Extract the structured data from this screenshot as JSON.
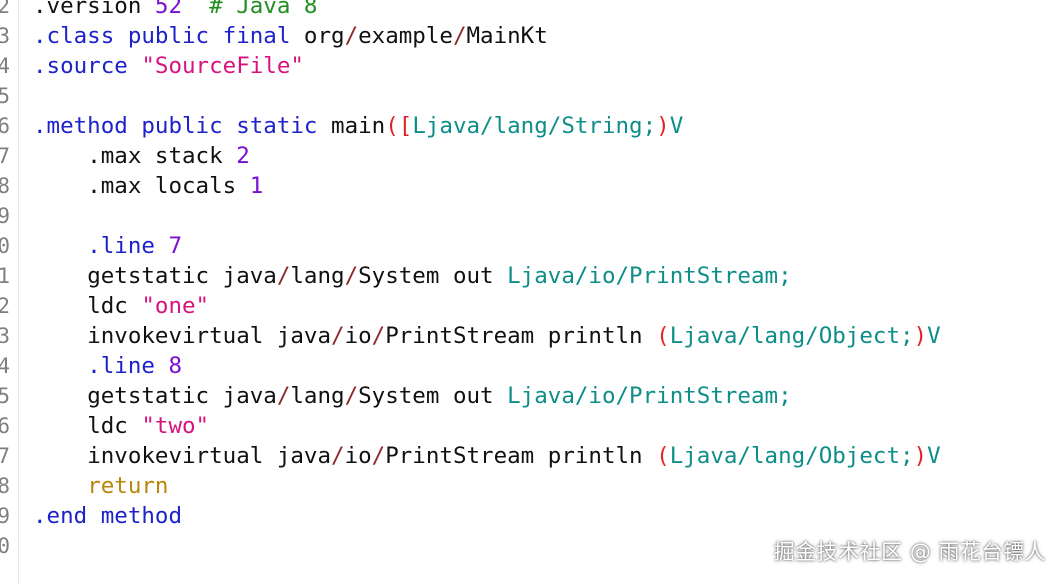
{
  "colors": {
    "text": "#111111",
    "keyword": "#1d22c9",
    "number": "#7a0fd1",
    "string": "#d7137e",
    "comment": "#1f8f1f",
    "type": "#0d8e88",
    "paren": "#e02222",
    "slash": "#8d2a2a",
    "return_kw": "#b8860b",
    "gutter_text": "#7f7f7f"
  },
  "editor": {
    "lines": [
      {
        "no": "2",
        "indent": "",
        "tokens": [
          {
            "t": ".version ",
            "c": "text"
          },
          {
            "t": "52",
            "c": "number"
          },
          {
            "t": "  # Java 8",
            "c": "comment"
          }
        ]
      },
      {
        "no": "3",
        "indent": "",
        "tokens": [
          {
            "t": ".class public final",
            "c": "keyword"
          },
          {
            "t": " org",
            "c": "text"
          },
          {
            "t": "/",
            "c": "slash"
          },
          {
            "t": "example",
            "c": "text"
          },
          {
            "t": "/",
            "c": "slash"
          },
          {
            "t": "MainKt",
            "c": "text"
          }
        ]
      },
      {
        "no": "4",
        "indent": "",
        "tokens": [
          {
            "t": ".source ",
            "c": "keyword"
          },
          {
            "t": "\"SourceFile\"",
            "c": "string"
          }
        ]
      },
      {
        "no": "5",
        "indent": "",
        "tokens": []
      },
      {
        "no": "6",
        "indent": "",
        "tokens": [
          {
            "t": ".method public static",
            "c": "keyword"
          },
          {
            "t": " main",
            "c": "text"
          },
          {
            "t": "(",
            "c": "paren"
          },
          {
            "t": "[",
            "c": "paren"
          },
          {
            "t": "Ljava/lang/String;",
            "c": "type"
          },
          {
            "t": ")",
            "c": "paren"
          },
          {
            "t": "V",
            "c": "type"
          }
        ]
      },
      {
        "no": "7",
        "indent": "    ",
        "tokens": [
          {
            "t": ".max stack ",
            "c": "text"
          },
          {
            "t": "2",
            "c": "number"
          }
        ]
      },
      {
        "no": "8",
        "indent": "    ",
        "tokens": [
          {
            "t": ".max locals ",
            "c": "text"
          },
          {
            "t": "1",
            "c": "number"
          }
        ]
      },
      {
        "no": "9",
        "indent": "",
        "tokens": []
      },
      {
        "no": "0",
        "indent": "    ",
        "tokens": [
          {
            "t": ".line ",
            "c": "keyword"
          },
          {
            "t": "7",
            "c": "number"
          }
        ]
      },
      {
        "no": "1",
        "indent": "    ",
        "tokens": [
          {
            "t": "getstatic java",
            "c": "text"
          },
          {
            "t": "/",
            "c": "slash"
          },
          {
            "t": "lang",
            "c": "text"
          },
          {
            "t": "/",
            "c": "slash"
          },
          {
            "t": "System out ",
            "c": "text"
          },
          {
            "t": "Ljava/io/PrintStream;",
            "c": "type"
          }
        ]
      },
      {
        "no": "2",
        "indent": "    ",
        "tokens": [
          {
            "t": "ldc ",
            "c": "text"
          },
          {
            "t": "\"one\"",
            "c": "string"
          }
        ]
      },
      {
        "no": "3",
        "indent": "    ",
        "tokens": [
          {
            "t": "invokevirtual java",
            "c": "text"
          },
          {
            "t": "/",
            "c": "slash"
          },
          {
            "t": "io",
            "c": "text"
          },
          {
            "t": "/",
            "c": "slash"
          },
          {
            "t": "PrintStream println ",
            "c": "text"
          },
          {
            "t": "(",
            "c": "paren"
          },
          {
            "t": "Ljava/lang/Object;",
            "c": "type"
          },
          {
            "t": ")",
            "c": "paren"
          },
          {
            "t": "V",
            "c": "type"
          }
        ]
      },
      {
        "no": "4",
        "indent": "    ",
        "tokens": [
          {
            "t": ".line ",
            "c": "keyword"
          },
          {
            "t": "8",
            "c": "number"
          }
        ]
      },
      {
        "no": "5",
        "indent": "    ",
        "tokens": [
          {
            "t": "getstatic java",
            "c": "text"
          },
          {
            "t": "/",
            "c": "slash"
          },
          {
            "t": "lang",
            "c": "text"
          },
          {
            "t": "/",
            "c": "slash"
          },
          {
            "t": "System out ",
            "c": "text"
          },
          {
            "t": "Ljava/io/PrintStream;",
            "c": "type"
          }
        ]
      },
      {
        "no": "6",
        "indent": "    ",
        "tokens": [
          {
            "t": "ldc ",
            "c": "text"
          },
          {
            "t": "\"two\"",
            "c": "string"
          }
        ]
      },
      {
        "no": "7",
        "indent": "    ",
        "tokens": [
          {
            "t": "invokevirtual java",
            "c": "text"
          },
          {
            "t": "/",
            "c": "slash"
          },
          {
            "t": "io",
            "c": "text"
          },
          {
            "t": "/",
            "c": "slash"
          },
          {
            "t": "PrintStream println ",
            "c": "text"
          },
          {
            "t": "(",
            "c": "paren"
          },
          {
            "t": "Ljava/lang/Object;",
            "c": "type"
          },
          {
            "t": ")",
            "c": "paren"
          },
          {
            "t": "V",
            "c": "type"
          }
        ]
      },
      {
        "no": "8",
        "indent": "    ",
        "tokens": [
          {
            "t": "return",
            "c": "return_kw"
          }
        ]
      },
      {
        "no": "9",
        "indent": "",
        "tokens": [
          {
            "t": ".end method",
            "c": "keyword"
          }
        ]
      },
      {
        "no": "0",
        "indent": "",
        "tokens": []
      }
    ]
  },
  "watermark": "掘金技术社区 @ 雨花台镖人"
}
